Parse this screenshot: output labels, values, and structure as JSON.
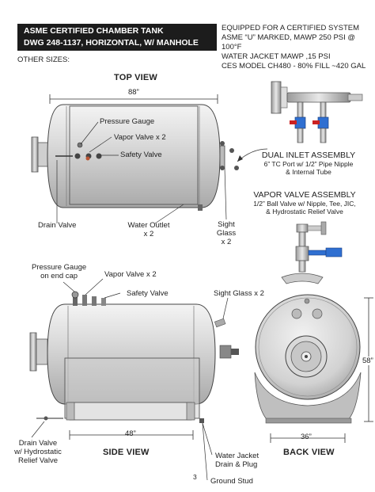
{
  "header": {
    "title_line1": "ASME CERTIFIED CHAMBER TANK",
    "title_line2": "DWG 248-1137, HORIZONTAL, W/ MANHOLE",
    "other_sizes": "OTHER SIZES:"
  },
  "specs": [
    "EQUIPPED FOR A CERTIFIED SYSTEM",
    "ASME “U” MARKED, MAWP 250 PSI @ 100°F",
    "WATER JACKET MAWP ,15 PSI",
    "CES MODEL CH480 - 80% FILL ~420 GAL"
  ],
  "top_view": {
    "title": "TOP VIEW",
    "dim_length": "88”",
    "pressure_gauge": "Pressure Gauge",
    "vapor_valve": "Vapor Valve x 2",
    "safety_valve": "Safety Valve",
    "drain_valve": "Drain Valve",
    "water_outlet_1": "Water Outlet",
    "water_outlet_2": "x 2",
    "sight_glass_1": "Sight",
    "sight_glass_2": "Glass",
    "sight_glass_3": "x 2"
  },
  "dual_inlet": {
    "title": "DUAL INLET ASSEMBLY",
    "line1": "6” TC Port w/ 1/2” Pipe Nipple",
    "line2": "& Internal Tube"
  },
  "vapor_assembly": {
    "title": "VAPOR VALVE ASSEMBLY",
    "line1": "1/2” Ball Valve w/ Nipple, Tee, JIC,",
    "line2": "& Hydrostatic Relief Valve"
  },
  "side_view": {
    "title": "SIDE VIEW",
    "pressure_gauge_1": "Pressure Gauge",
    "pressure_gauge_2": "on end cap",
    "vapor_valve": "Vapor Valve x 2",
    "safety_valve": "Safety Valve",
    "sight_glass": "Sight Glass x 2",
    "dim_length": "48”",
    "drain_valve_1": "Drain Valve",
    "drain_valve_2": "w/ Hydrostatic",
    "drain_valve_3": "Relief Valve",
    "water_jacket_1": "Water Jacket",
    "water_jacket_2": "Drain & Plug",
    "ground_stud": "Ground Stud"
  },
  "back_view": {
    "title": "BACK VIEW",
    "dim_width": "36”",
    "dim_height": "58”"
  },
  "page_number": "3"
}
